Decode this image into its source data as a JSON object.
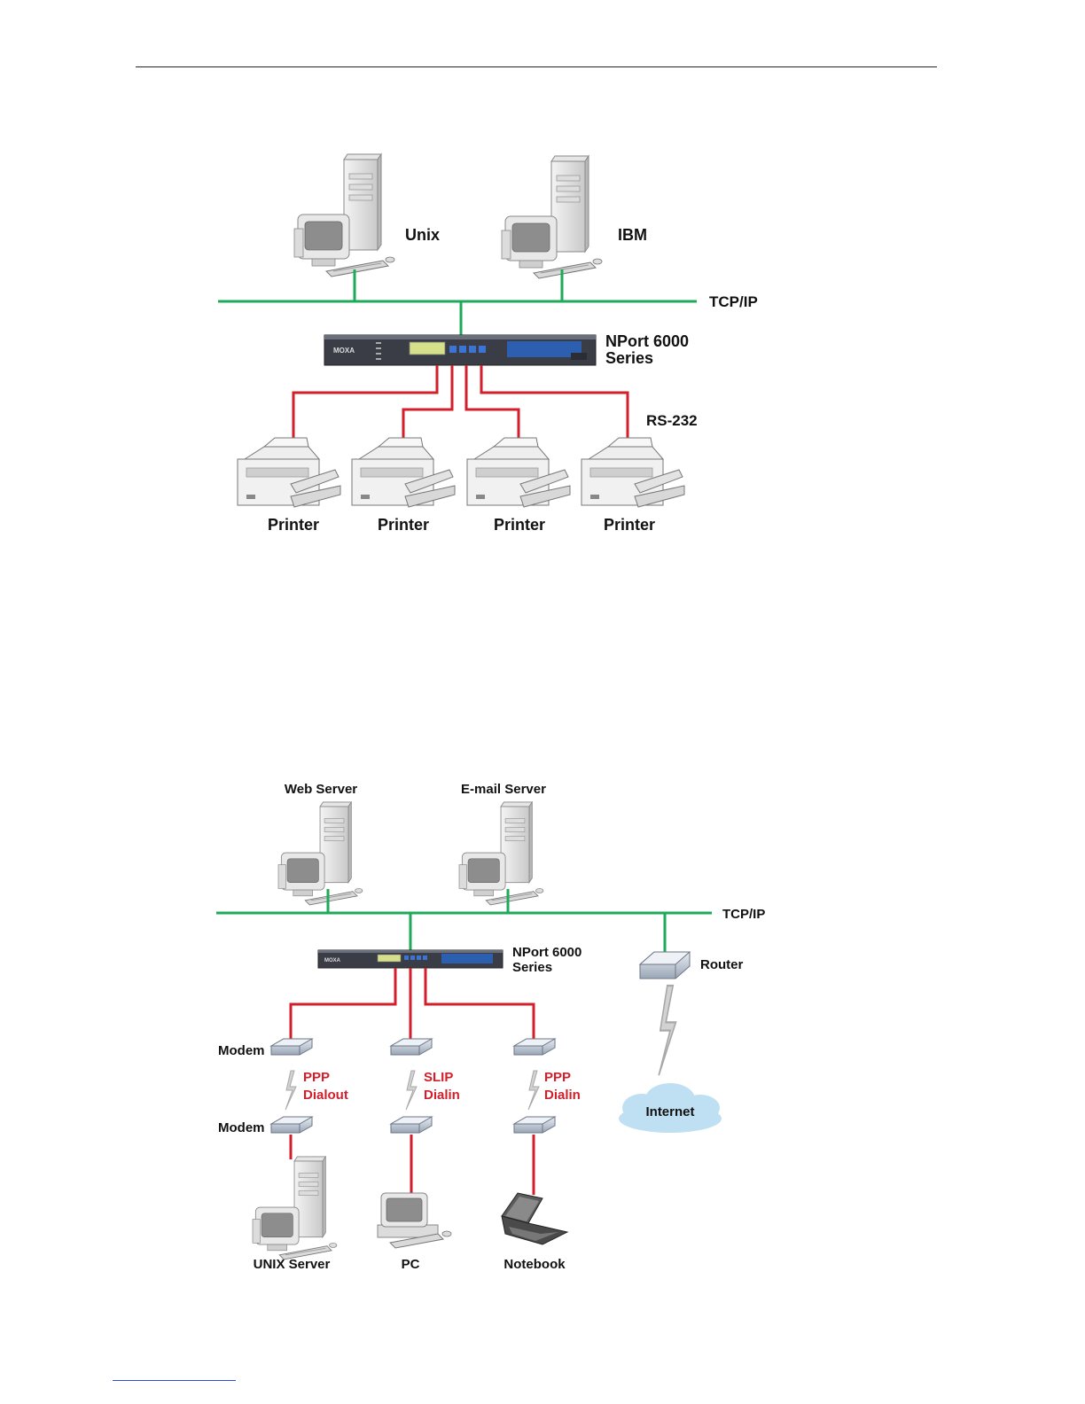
{
  "diagram1": {
    "hosts": [
      {
        "label": "Unix"
      },
      {
        "label": "IBM"
      }
    ],
    "network_label": "TCP/IP",
    "device_name": "NPort 6000",
    "device_series": "Series",
    "serial_label": "RS-232",
    "printers": [
      {
        "label": "Printer"
      },
      {
        "label": "Printer"
      },
      {
        "label": "Printer"
      },
      {
        "label": "Printer"
      }
    ]
  },
  "diagram2": {
    "servers": [
      {
        "label": "Web Server"
      },
      {
        "label": "E-mail Server"
      }
    ],
    "network_label": "TCP/IP",
    "device_name": "NPort 6000",
    "device_series": "Series",
    "router_label": "Router",
    "internet_label": "Internet",
    "modem_labels": [
      "Modem",
      "Modem"
    ],
    "links": [
      {
        "line1": "PPP",
        "line2": "Dialout"
      },
      {
        "line1": "SLIP",
        "line2": "Dialin"
      },
      {
        "line1": "PPP",
        "line2": "Dialin"
      }
    ],
    "clients": [
      {
        "label": "UNIX Server"
      },
      {
        "label": "PC"
      },
      {
        "label": "Notebook"
      }
    ]
  },
  "device_brand": "MOXA",
  "colors": {
    "ethernet": "#1faa5a",
    "serial": "#d21f2b",
    "cloud": "#bfe0f2"
  }
}
